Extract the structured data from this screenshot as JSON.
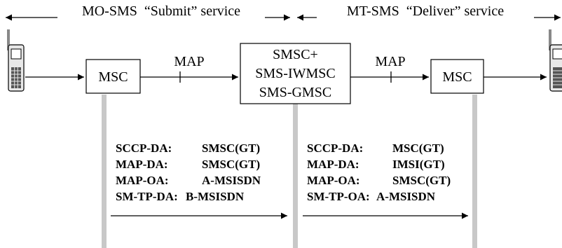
{
  "services": {
    "mo_label": "MO-SMS  “Submit” service",
    "mt_label": "MT-SMS  “Deliver” service"
  },
  "nodes": {
    "msc_left": "MSC",
    "smsc_lines": [
      "SMSC+",
      "SMS-IWMSC",
      "SMS-GMSC"
    ],
    "msc_right": "MSC"
  },
  "links": {
    "map_left": "MAP",
    "map_right": "MAP"
  },
  "mo_params": [
    {
      "key": "SCCP-DA:",
      "value": "SMSC(GT)"
    },
    {
      "key": "MAP-DA:",
      "value": "SMSC(GT)"
    },
    {
      "key": "MAP-OA:",
      "value": "A-MSISDN"
    },
    {
      "key": "SM-TP-DA:",
      "value": "B-MSISDN"
    }
  ],
  "mt_params": [
    {
      "key": "SCCP-DA:",
      "value": "MSC(GT)"
    },
    {
      "key": "MAP-DA:",
      "value": "IMSI(GT)"
    },
    {
      "key": "MAP-OA:",
      "value": "SMSC(GT)"
    },
    {
      "key": "SM-TP-OA:",
      "value": "A-MSISDN"
    }
  ],
  "colors": {
    "line": "#000000",
    "node_fill": "#ffffff",
    "lifeline": "#c8c8c8",
    "phone_body": "#e8e8e8",
    "phone_keys": "#555555"
  }
}
